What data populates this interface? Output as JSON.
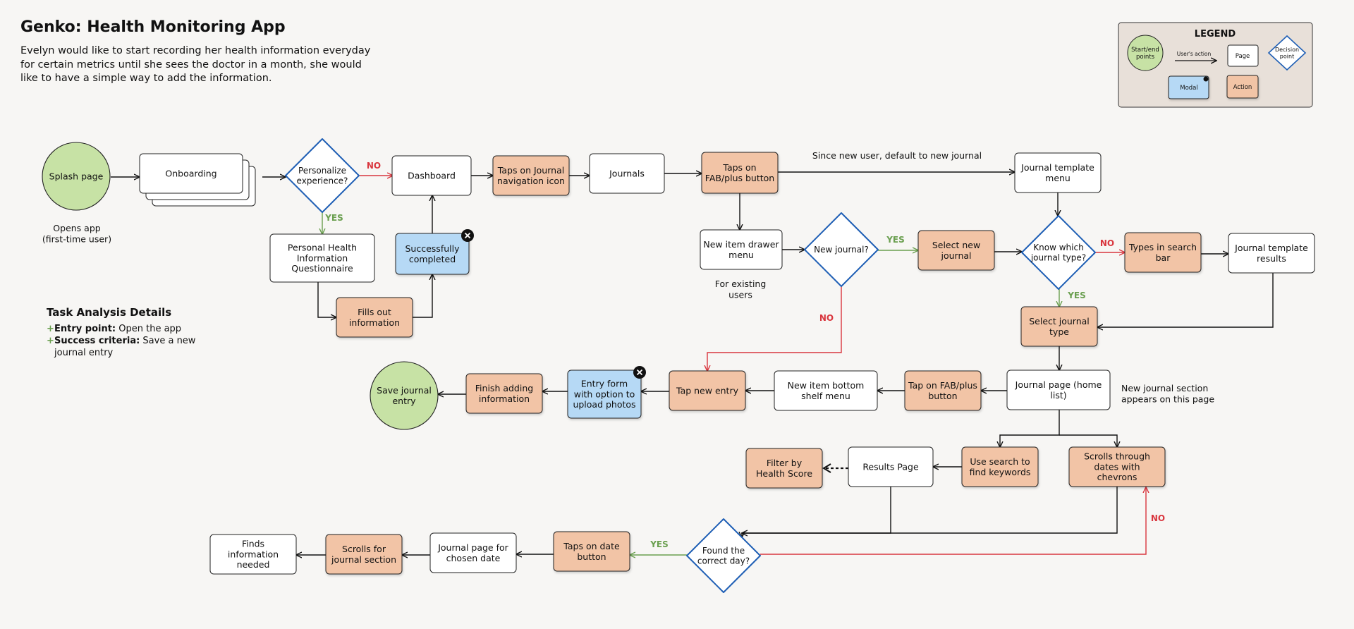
{
  "header": {
    "title": "Genko: Health Monitoring App",
    "description": "Evelyn would like to start recording her health information everyday for certain metrics until she sees the doctor in a month, she would like to have a simple way to add the information."
  },
  "legend": {
    "title": "LEGEND",
    "items": {
      "start_end": "Start/end points",
      "users_action": "User's action",
      "page": "Page",
      "decision": "Decision point",
      "modal": "Modal",
      "action": "Action"
    }
  },
  "task": {
    "title": "Task Analysis Details",
    "entry_label": "Entry point:",
    "entry_value": " Open the app",
    "success_label": "Success criteria:",
    "success_value": " Save a new journal entry"
  },
  "colors": {
    "start": "#c7e2a5",
    "page": "#ffffff",
    "action": "#f2c4a6",
    "modal": "#b6d9f5",
    "decision_border": "#1f5fb5",
    "yes": "#6a9f4f",
    "no": "#d9363e",
    "legend_bg": "#e8e0d9"
  },
  "nodes": [
    {
      "id": "splash",
      "type": "start",
      "label": "Splash page"
    },
    {
      "id": "onboarding",
      "type": "stack",
      "label": "Onboarding"
    },
    {
      "id": "personalize",
      "type": "decision",
      "label": "Personalize experience?"
    },
    {
      "id": "dashboard",
      "type": "page",
      "label": "Dashboard"
    },
    {
      "id": "taps_journal_nav",
      "type": "action",
      "label": "Taps on Journal navigation icon"
    },
    {
      "id": "journals",
      "type": "page",
      "label": "Journals"
    },
    {
      "id": "taps_fab",
      "type": "action",
      "label": "Taps on FAB/plus button"
    },
    {
      "id": "journal_template_menu",
      "type": "page",
      "label": "Journal template menu"
    },
    {
      "id": "phiq",
      "type": "page",
      "label": "Personal Health Information Questionnaire"
    },
    {
      "id": "success_modal",
      "type": "modal",
      "label": "Successfully completed"
    },
    {
      "id": "fills_out",
      "type": "action",
      "label": "Fills out information"
    },
    {
      "id": "new_item_drawer",
      "type": "page",
      "label": "New item drawer menu"
    },
    {
      "id": "new_journal_q",
      "type": "decision",
      "label": "New journal?"
    },
    {
      "id": "select_new_journal",
      "type": "action",
      "label": "Select new journal"
    },
    {
      "id": "know_type",
      "type": "decision",
      "label": "Know which journal type?"
    },
    {
      "id": "types_search",
      "type": "action",
      "label": "Types in search bar"
    },
    {
      "id": "template_results",
      "type": "page",
      "label": "Journal template results"
    },
    {
      "id": "select_type",
      "type": "action",
      "label": "Select journal type"
    },
    {
      "id": "journal_page",
      "type": "page",
      "label": "Journal  page (home list)"
    },
    {
      "id": "tap_fab2",
      "type": "action",
      "label": "Tap on FAB/plus button"
    },
    {
      "id": "bottom_shelf",
      "type": "page",
      "label": "New item bottom shelf menu"
    },
    {
      "id": "tap_new_entry",
      "type": "action",
      "label": "Tap new entry"
    },
    {
      "id": "entry_form",
      "type": "modal",
      "label": "Entry form with option to upload photos"
    },
    {
      "id": "finish_adding",
      "type": "action",
      "label": "Finish adding information"
    },
    {
      "id": "save_entry",
      "type": "start",
      "label": "Save journal entry"
    },
    {
      "id": "use_search",
      "type": "action",
      "label": "Use search to find keywords"
    },
    {
      "id": "scrolls_dates",
      "type": "action",
      "label": "Scrolls through dates with chevrons"
    },
    {
      "id": "results_page",
      "type": "page",
      "label": "Results Page"
    },
    {
      "id": "filter_health",
      "type": "action",
      "label": "Filter by Health Score"
    },
    {
      "id": "found_day",
      "type": "decision",
      "label": "Found the correct day?"
    },
    {
      "id": "taps_date",
      "type": "action",
      "label": "Taps on date button"
    },
    {
      "id": "journal_chosen",
      "type": "page",
      "label": "Journal page for chosen date"
    },
    {
      "id": "scrolls_section",
      "type": "action",
      "label": "Scrolls for journal section"
    },
    {
      "id": "finds_info",
      "type": "page",
      "label": "Finds information needed"
    }
  ],
  "annotations": [
    {
      "id": "opens_app",
      "text": "Opens app (first-time user)"
    },
    {
      "id": "since_new_user",
      "text": "Since new user, default to new journal"
    },
    {
      "id": "for_existing",
      "text": "For existing users"
    },
    {
      "id": "new_section",
      "text": "New journal section appears on this page"
    }
  ],
  "edges": [
    {
      "from": "splash",
      "to": "onboarding"
    },
    {
      "from": "onboarding",
      "to": "personalize"
    },
    {
      "from": "personalize",
      "to": "dashboard",
      "label": "NO"
    },
    {
      "from": "personalize",
      "to": "phiq",
      "label": "YES"
    },
    {
      "from": "phiq",
      "to": "fills_out"
    },
    {
      "from": "fills_out",
      "to": "success_modal"
    },
    {
      "from": "success_modal",
      "to": "dashboard"
    },
    {
      "from": "dashboard",
      "to": "taps_journal_nav"
    },
    {
      "from": "taps_journal_nav",
      "to": "journals"
    },
    {
      "from": "journals",
      "to": "taps_fab"
    },
    {
      "from": "taps_fab",
      "to": "journal_template_menu"
    },
    {
      "from": "taps_fab",
      "to": "new_item_drawer"
    },
    {
      "from": "new_item_drawer",
      "to": "new_journal_q"
    },
    {
      "from": "new_journal_q",
      "to": "select_new_journal",
      "label": "YES"
    },
    {
      "from": "new_journal_q",
      "to": "tap_new_entry",
      "label": "NO"
    },
    {
      "from": "select_new_journal",
      "to": "know_type"
    },
    {
      "from": "journal_template_menu",
      "to": "know_type"
    },
    {
      "from": "know_type",
      "to": "types_search",
      "label": "NO"
    },
    {
      "from": "types_search",
      "to": "template_results"
    },
    {
      "from": "know_type",
      "to": "select_type",
      "label": "YES"
    },
    {
      "from": "template_results",
      "to": "select_type"
    },
    {
      "from": "select_type",
      "to": "journal_page"
    },
    {
      "from": "journal_page",
      "to": "tap_fab2"
    },
    {
      "from": "tap_fab2",
      "to": "bottom_shelf"
    },
    {
      "from": "bottom_shelf",
      "to": "tap_new_entry"
    },
    {
      "from": "tap_new_entry",
      "to": "entry_form"
    },
    {
      "from": "entry_form",
      "to": "finish_adding"
    },
    {
      "from": "finish_adding",
      "to": "save_entry"
    },
    {
      "from": "journal_page",
      "to": "use_search"
    },
    {
      "from": "journal_page",
      "to": "scrolls_dates"
    },
    {
      "from": "use_search",
      "to": "results_page"
    },
    {
      "from": "results_page",
      "to": "filter_health"
    },
    {
      "from": "results_page",
      "to": "found_day"
    },
    {
      "from": "scrolls_dates",
      "to": "found_day"
    },
    {
      "from": "found_day",
      "to": "scrolls_dates",
      "label": "NO"
    },
    {
      "from": "found_day",
      "to": "taps_date",
      "label": "YES"
    },
    {
      "from": "taps_date",
      "to": "journal_chosen"
    },
    {
      "from": "journal_chosen",
      "to": "scrolls_section"
    },
    {
      "from": "scrolls_section",
      "to": "finds_info"
    }
  ]
}
